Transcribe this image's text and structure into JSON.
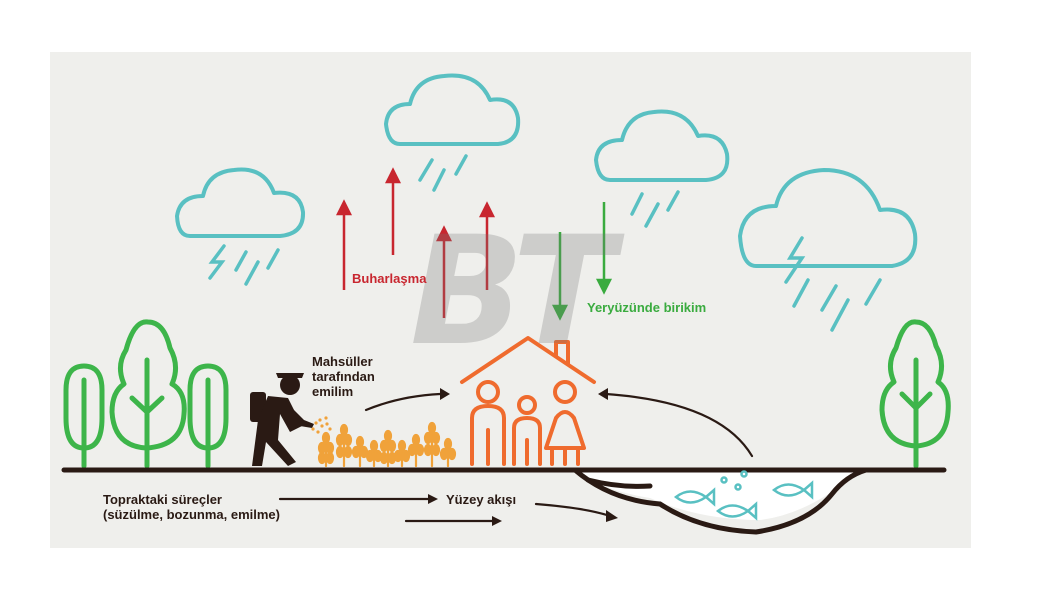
{
  "labels": {
    "evaporation": "Buharlaşma",
    "surface_accumulation": "Yeryüzünde birikim",
    "crop_absorption_1": "Mahsüller",
    "crop_absorption_2": "tarafından",
    "crop_absorption_3": "emilim",
    "soil_processes_1": "Topraktaki süreçler",
    "soil_processes_2": "(süzülme, bozunma, emilme)",
    "surface_runoff": "Yüzey akışı"
  },
  "watermark": "BT",
  "colors": {
    "cloud": "#59c0c2",
    "tree": "#3db54a",
    "evaporation_arrow": "#c8262f",
    "accumulation_arrow": "#3aab3f",
    "ground": "#2a1a14",
    "house": "#ef6b2e",
    "crop": "#f0a23a",
    "fish": "#59c0c2"
  }
}
